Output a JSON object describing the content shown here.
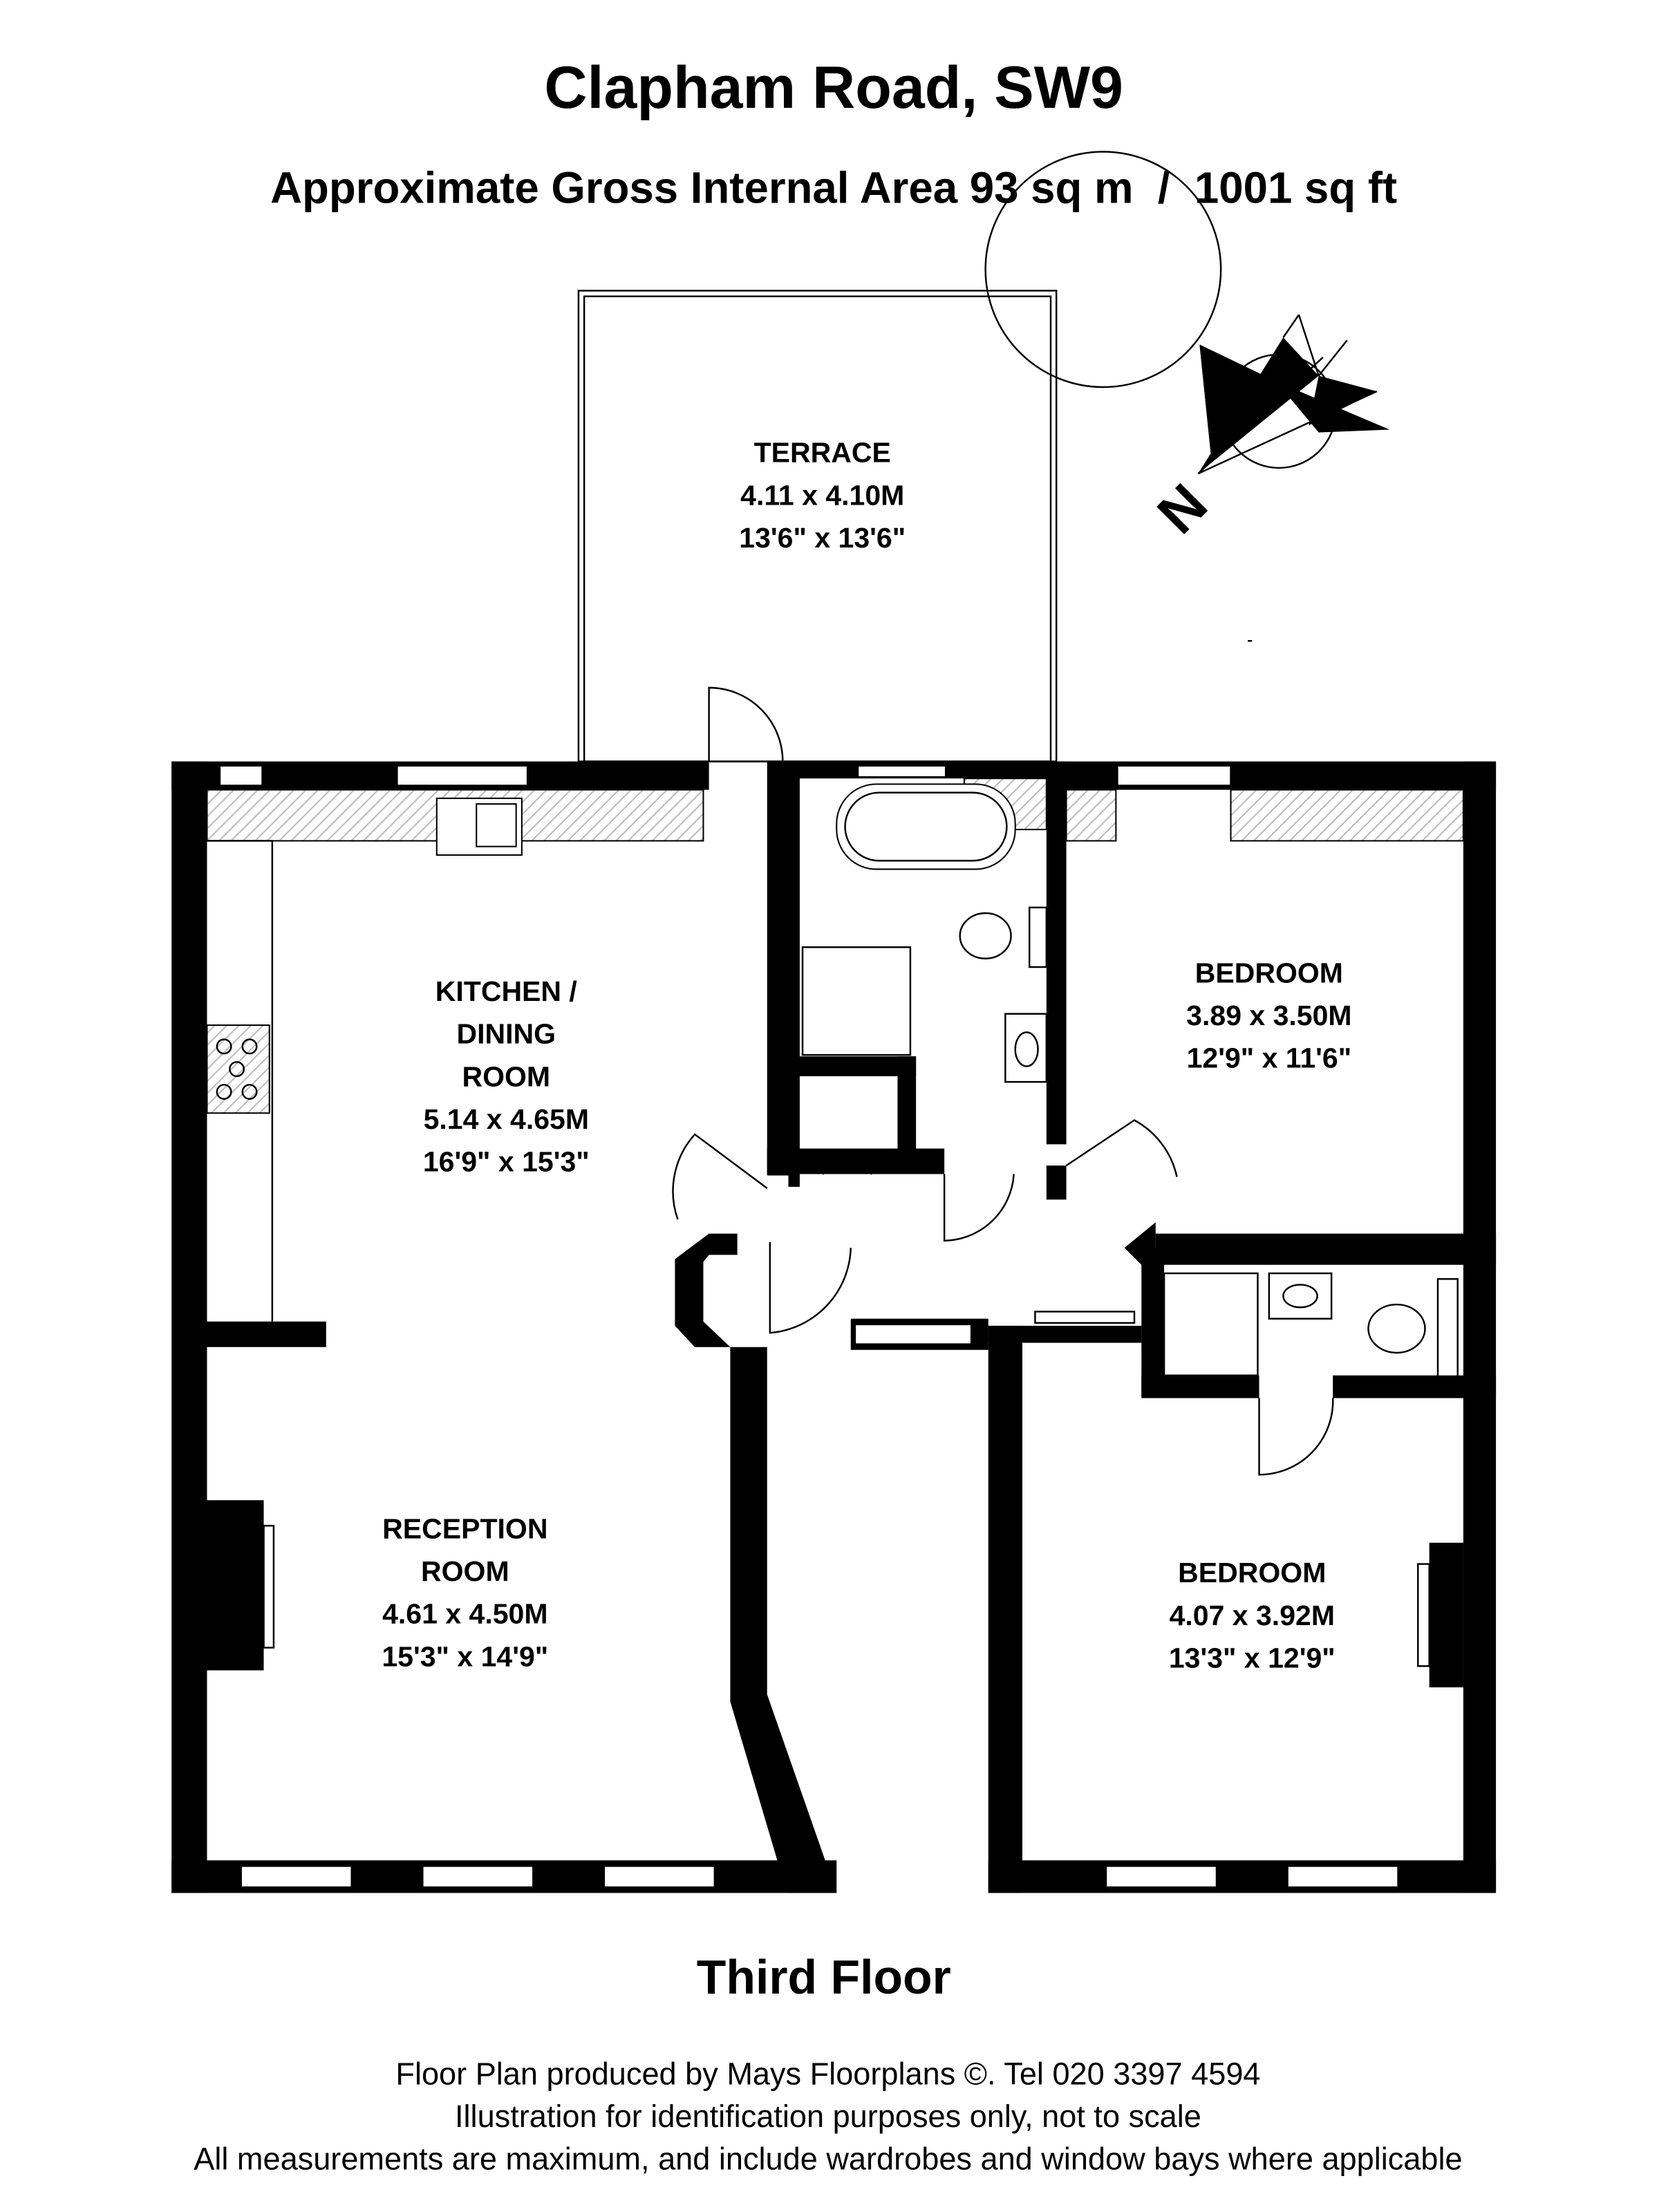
{
  "header": {
    "title": "Clapham Road, SW9",
    "subtitle": "Approximate Gross Internal Area 93 sq m  /  1001 sq ft"
  },
  "rooms": {
    "terrace": {
      "name": "TERRACE",
      "metric": "4.11 x 4.10M",
      "imperial": "13'6\" x 13'6\""
    },
    "kitchen": {
      "name1": "KITCHEN /",
      "name2": "DINING",
      "name3": "ROOM",
      "metric": "5.14 x 4.65M",
      "imperial": "16'9\" x 15'3\""
    },
    "reception": {
      "name1": "RECEPTION",
      "name2": "ROOM",
      "metric": "4.61 x 4.50M",
      "imperial": "15'3\" x 14'9\""
    },
    "bedroom1": {
      "name": "BEDROOM",
      "metric": "3.89 x 3.50M",
      "imperial": "12'9\" x 11'6\""
    },
    "bedroom2": {
      "name": "BEDROOM",
      "metric": "4.07 x 3.92M",
      "imperial": "13'3\" x 12'9\""
    }
  },
  "compass": {
    "letter": "N"
  },
  "floor_label": "Third Floor",
  "footer": {
    "line1": "Floor Plan produced by Mays Floorplans  ©. Tel 020 3397 4594",
    "line2": "Illustration for identification purposes only, not to scale",
    "line3": "All measurements are maximum, and include wardrobes and window bays where applicable"
  }
}
